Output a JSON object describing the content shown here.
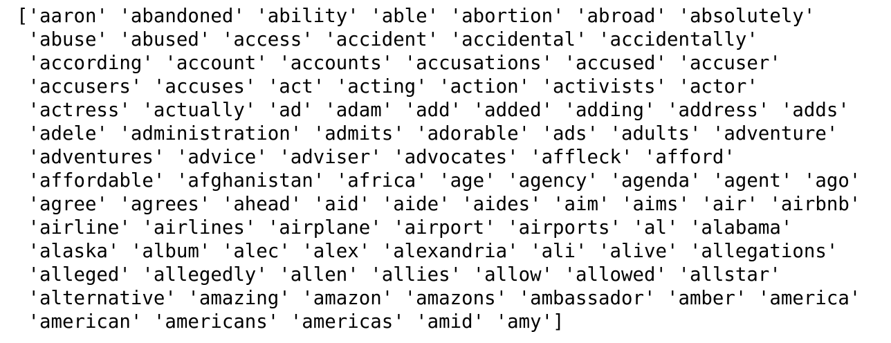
{
  "output": {
    "lines": [
      "['aaron' 'abandoned' 'ability' 'able' 'abortion' 'abroad' 'absolutely'",
      " 'abuse' 'abused' 'access' 'accident' 'accidental' 'accidentally'",
      " 'according' 'account' 'accounts' 'accusations' 'accused' 'accuser'",
      " 'accusers' 'accuses' 'act' 'acting' 'action' 'activists' 'actor'",
      " 'actress' 'actually' 'ad' 'adam' 'add' 'added' 'adding' 'address' 'adds'",
      " 'adele' 'administration' 'admits' 'adorable' 'ads' 'adults' 'adventure'",
      " 'adventures' 'advice' 'adviser' 'advocates' 'affleck' 'afford'",
      " 'affordable' 'afghanistan' 'africa' 'age' 'agency' 'agenda' 'agent' 'ago'",
      " 'agree' 'agrees' 'ahead' 'aid' 'aide' 'aides' 'aim' 'aims' 'air' 'airbnb'",
      " 'airline' 'airlines' 'airplane' 'airport' 'airports' 'al' 'alabama'",
      " 'alaska' 'album' 'alec' 'alex' 'alexandria' 'ali' 'alive' 'allegations'",
      " 'alleged' 'allegedly' 'allen' 'allies' 'allow' 'allowed' 'allstar'",
      " 'alternative' 'amazing' 'amazon' 'amazons' 'ambassador' 'amber' 'america'",
      " 'american' 'americans' 'americas' 'amid' 'amy']"
    ]
  }
}
